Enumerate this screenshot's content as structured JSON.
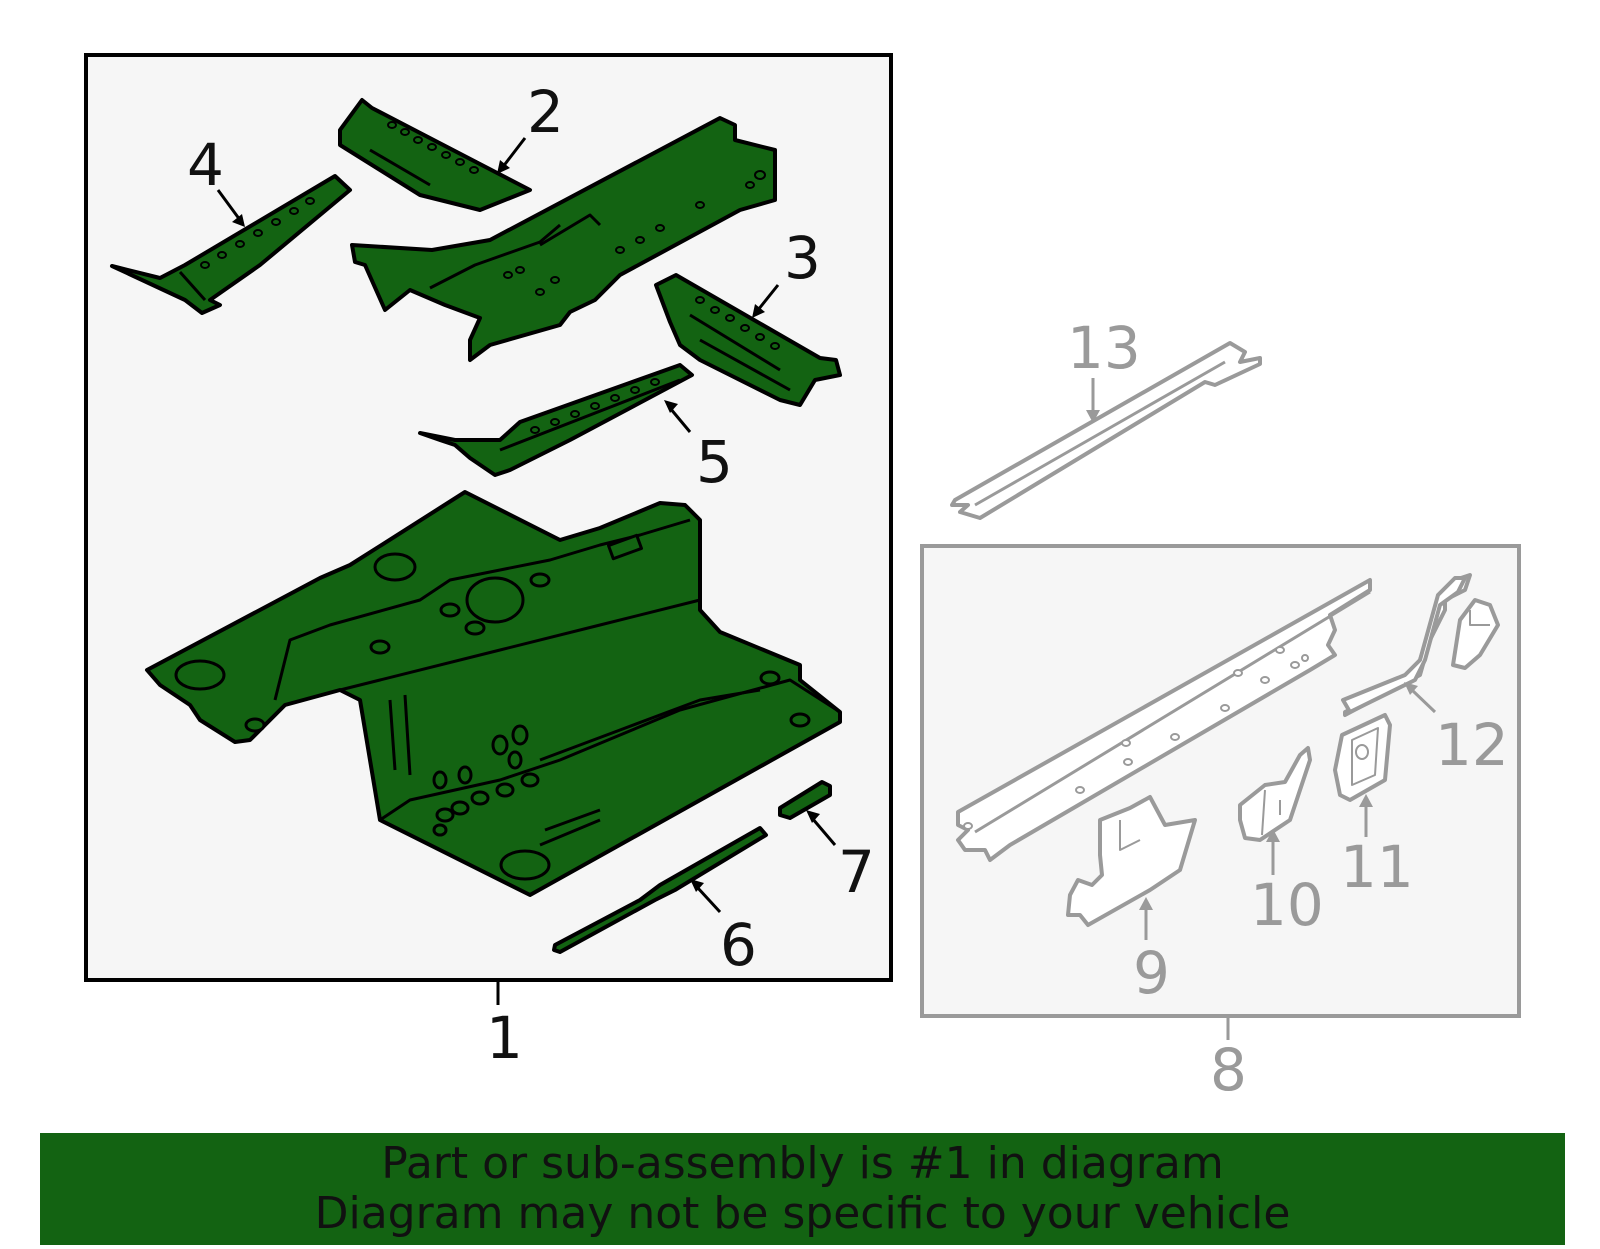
{
  "colors": {
    "part_fill": "#136312",
    "part_stroke": "#000000",
    "panel_bg": "#f6f6f6",
    "grey_part": "#9a9a9a",
    "banner_bg": "#136312"
  },
  "callouts": {
    "c1": "1",
    "c2": "2",
    "c3": "3",
    "c4": "4",
    "c5": "5",
    "c6": "6",
    "c7": "7",
    "c8": "8",
    "c9": "9",
    "c10": "10",
    "c11": "11",
    "c12": "12",
    "c13": "13"
  },
  "banner": {
    "line1": "Part or sub-assembly is #1 in diagram",
    "line2": "Diagram may not be specific to your vehicle"
  }
}
